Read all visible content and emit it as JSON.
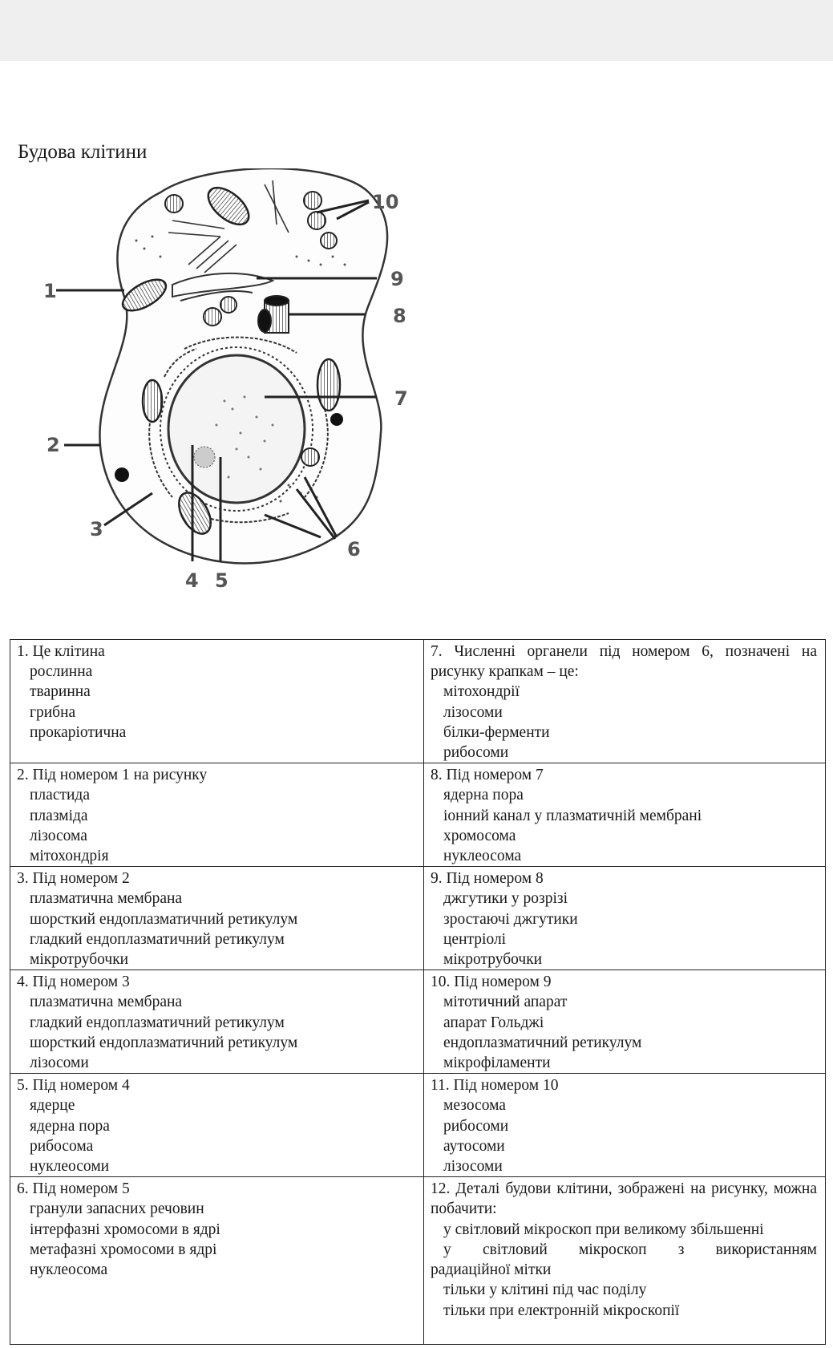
{
  "title": "Будова клітини",
  "figure": {
    "labels": [
      "1",
      "2",
      "3",
      "4",
      "5",
      "6",
      "7",
      "8",
      "9",
      "10"
    ]
  },
  "rows": [
    {
      "left": {
        "q": "1. Це клітина",
        "options": [
          "рослинна",
          "тваринна",
          "грибна",
          "прокаріотична"
        ]
      },
      "right": {
        "q": "7. Численні органели під номером 6, позначені на рисунку крапкам – це:",
        "options": [
          "мітохондрії",
          "лізосоми",
          "білки-ферменти",
          "рибосоми"
        ]
      }
    },
    {
      "left": {
        "q": "2. Під номером 1 на рисунку",
        "options": [
          "пластида",
          "плазміда",
          "лізосома",
          "мітохондрія"
        ]
      },
      "right": {
        "q": "8. Під номером 7",
        "options": [
          "ядерна пора",
          "іонний канал у плазматичній мембрані",
          "хромосома",
          "нуклеосома"
        ]
      }
    },
    {
      "left": {
        "q": "3. Під номером 2",
        "options": [
          "плазматична мембрана",
          "шорсткий ендоплазматичний ретикулум",
          "гладкий ендоплазматичний ретикулум",
          "мікротрубочки"
        ]
      },
      "right": {
        "q": "9. Під номером 8",
        "options": [
          "джгутики у розрізі",
          "зростаючі джгутики",
          "центріолі",
          "мікротрубочки"
        ]
      }
    },
    {
      "left": {
        "q": "4. Під номером 3",
        "options": [
          "плазматична мембрана",
          "гладкий ендоплазматичний ретикулум",
          "шорсткий ендоплазматичний ретикулум",
          "лізосоми"
        ]
      },
      "right": {
        "q": "10. Під номером 9",
        "options": [
          "мітотичний апарат",
          "апарат Гольджі",
          "ендоплазматичний ретикулум",
          "мікрофіламенти"
        ]
      }
    },
    {
      "left": {
        "q": "5. Під номером 4",
        "options": [
          "ядерце",
          "ядерна пора",
          "рибосома",
          "нуклеосоми"
        ]
      },
      "right": {
        "q": "11. Під номером 10",
        "options": [
          "мезосома",
          "рибосоми",
          "аутосоми",
          "лізосоми"
        ]
      }
    },
    {
      "left": {
        "q": "6. Під номером 5",
        "options": [
          "гранули запасних речовин",
          "інтерфазні хромосоми в ядрі",
          "метафазні хромосоми в ядрі",
          "нуклеосома"
        ]
      },
      "right": {
        "q": "12. Деталі будови клітини, зображені на рисунку, можна побачити:",
        "options": [
          "у світловий мікроскоп при великому збільшенні",
          "у світловий мікроскоп з використанням"
        ],
        "tail": "радиаційної мітки",
        "options2": [
          "тільки у клітині під час поділу",
          "тільки при електронній мікроскопії"
        ]
      }
    }
  ]
}
